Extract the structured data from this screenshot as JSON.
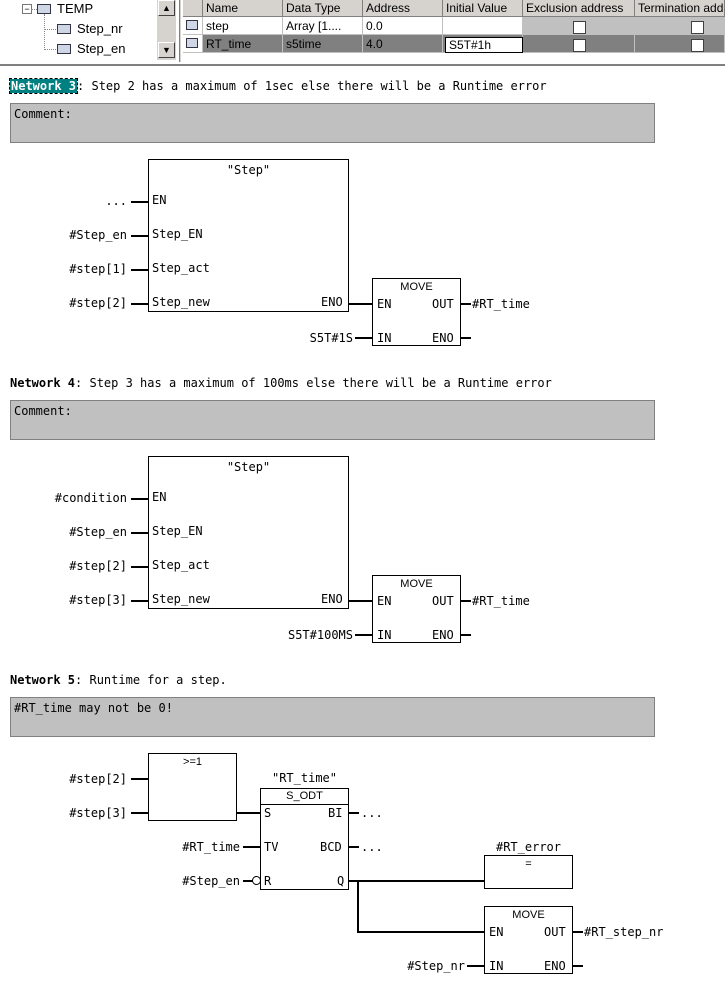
{
  "tree": {
    "items": [
      {
        "label": "TEMP"
      },
      {
        "label": "Step_nr"
      },
      {
        "label": "Step_en"
      }
    ]
  },
  "declaration": {
    "columns": [
      "Name",
      "Data Type",
      "Address",
      "Initial Value",
      "Exclusion address",
      "Termination address"
    ],
    "rows": [
      {
        "name": "step",
        "type": "Array [1....",
        "address": "0.0",
        "initial": ""
      },
      {
        "name": "RT_time",
        "type": "s5time",
        "address": "4.0",
        "initial": "S5T#1h"
      }
    ]
  },
  "networks": [
    {
      "tag": "Network 3",
      "title": ": Step 2 has a maximum of 1sec else there will be a Runtime error",
      "comment": "Comment:",
      "fb_name": "\"Step\"",
      "inputs": [
        "...",
        "#Step_en",
        "#step[1]",
        "#step[2]"
      ],
      "pins": [
        "EN",
        "Step_EN",
        "Step_act",
        "Step_new",
        "ENO"
      ],
      "move": {
        "title": "MOVE",
        "en": "EN",
        "out": "OUT",
        "in": "IN",
        "eno": "ENO",
        "in_value": "S5T#1S",
        "out_value": "#RT_time"
      }
    },
    {
      "tag": "Network 4",
      "title": ": Step 3 has a maximum of 100ms else there will be a Runtime error",
      "comment": "Comment:",
      "fb_name": "\"Step\"",
      "inputs": [
        "#condition",
        "#Step_en",
        "#step[2]",
        "#step[3]"
      ],
      "pins": [
        "EN",
        "Step_EN",
        "Step_act",
        "Step_new",
        "ENO"
      ],
      "move": {
        "title": "MOVE",
        "en": "EN",
        "out": "OUT",
        "in": "IN",
        "eno": "ENO",
        "in_value": "S5T#100MS",
        "out_value": "#RT_time"
      }
    },
    {
      "tag": "Network 5",
      "title": ": Runtime for a step.",
      "comment": "#RT_time may not be 0!",
      "or_title": ">=1",
      "or_inputs": [
        "#step[2]",
        "#step[3]"
      ],
      "timer_name": "\"RT_time\"",
      "timer_type": "S_ODT",
      "timer_pins": {
        "s": "S",
        "tv": "TV",
        "r": "R",
        "bi": "BI",
        "bcd": "BCD",
        "q": "Q"
      },
      "timer_inputs": {
        "tv": "#RT_time",
        "r": "#Step_en"
      },
      "timer_outputs": {
        "bi": "...",
        "bcd": "..."
      },
      "coil_name": "#RT_error",
      "coil_symbol": "=",
      "move": {
        "title": "MOVE",
        "en": "EN",
        "out": "OUT",
        "in": "IN",
        "eno": "ENO",
        "in_value": "#Step_nr",
        "out_value": "#RT_step_nr"
      }
    }
  ]
}
